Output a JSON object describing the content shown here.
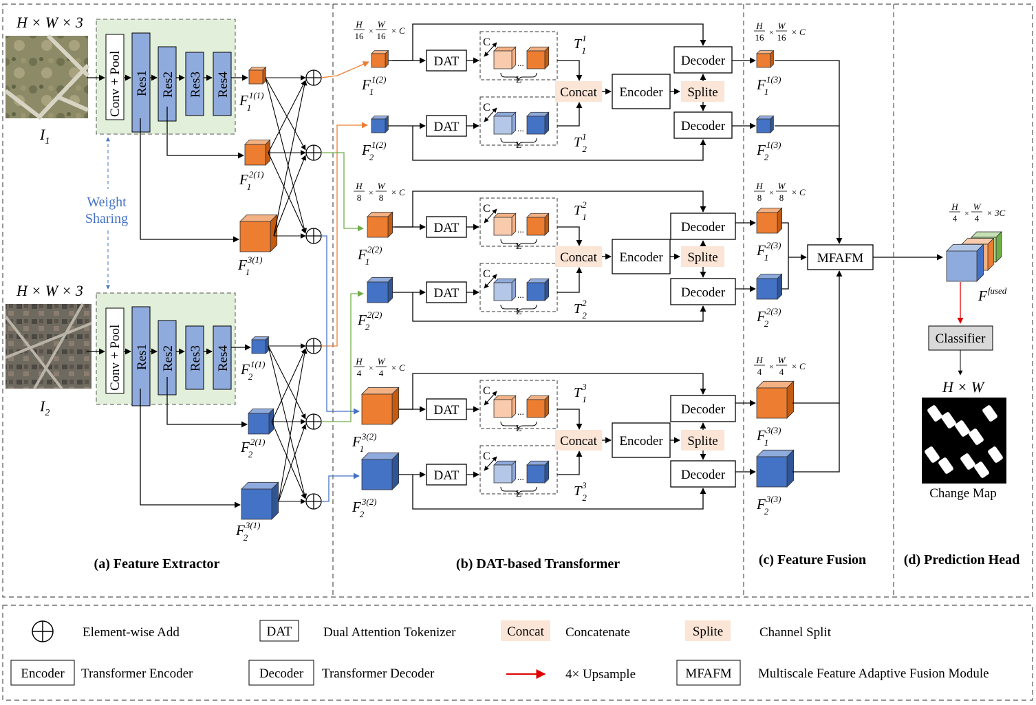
{
  "input1": {
    "dims": "H × W × 3",
    "label": "I",
    "sub": "1"
  },
  "input2": {
    "dims": "H × W × 3",
    "label": "I",
    "sub": "2"
  },
  "weight_sharing": {
    "line1": "Weight",
    "line2": "Sharing"
  },
  "backbone": {
    "stem": "Conv + Pool",
    "blocks": [
      "Res1",
      "Res2",
      "Res3",
      "Res4"
    ]
  },
  "feat1": [
    {
      "base": "F",
      "sub": "1",
      "sup": "1(1)"
    },
    {
      "base": "F",
      "sub": "1",
      "sup": "2(1)"
    },
    {
      "base": "F",
      "sub": "1",
      "sup": "3(1)"
    }
  ],
  "feat2": [
    {
      "base": "F",
      "sub": "2",
      "sup": "1(1)"
    },
    {
      "base": "F",
      "sub": "2",
      "sup": "2(1)"
    },
    {
      "base": "F",
      "sub": "2",
      "sup": "3(1)"
    }
  ],
  "scales": [
    {
      "h": "H",
      "hd": "16",
      "w": "W",
      "wd": "16",
      "c": "× C"
    },
    {
      "h": "H",
      "hd": "8",
      "w": "W",
      "wd": "8",
      "c": "× C"
    },
    {
      "h": "H",
      "hd": "4",
      "w": "W",
      "wd": "4",
      "c": "× C"
    }
  ],
  "dat_stages": [
    {
      "f1": {
        "base": "F",
        "sub": "1",
        "sup": "1(2)"
      },
      "f2": {
        "base": "F",
        "sub": "2",
        "sup": "1(2)"
      },
      "t1": {
        "base": "T",
        "sub": "1",
        "sup": "1"
      },
      "t2": {
        "base": "T",
        "sub": "2",
        "sup": "1"
      }
    },
    {
      "f1": {
        "base": "F",
        "sub": "1",
        "sup": "2(2)"
      },
      "f2": {
        "base": "F",
        "sub": "2",
        "sup": "2(2)"
      },
      "t1": {
        "base": "T",
        "sub": "1",
        "sup": "2"
      },
      "t2": {
        "base": "T",
        "sub": "2",
        "sup": "2"
      }
    },
    {
      "f1": {
        "base": "F",
        "sub": "1",
        "sup": "3(2)"
      },
      "f2": {
        "base": "F",
        "sub": "2",
        "sup": "3(2)"
      },
      "t1": {
        "base": "T",
        "sub": "1",
        "sup": "3"
      },
      "t2": {
        "base": "T",
        "sub": "2",
        "sup": "3"
      }
    }
  ],
  "labels": {
    "dat": "DAT",
    "concat": "Concat",
    "encoder": "Encoder",
    "splite": "Splite",
    "decoder": "Decoder",
    "c": "C",
    "l": "L",
    "dots": "...",
    "mfafm": "MFAFM",
    "classifier": "Classifier"
  },
  "fusion_feats": [
    {
      "base": "F",
      "sub": "1",
      "sup": "1(3)"
    },
    {
      "base": "F",
      "sub": "2",
      "sup": "1(3)"
    },
    {
      "base": "F",
      "sub": "1",
      "sup": "2(3)"
    },
    {
      "base": "F",
      "sub": "2",
      "sup": "2(3)"
    },
    {
      "base": "F",
      "sub": "1",
      "sup": "3(3)"
    },
    {
      "base": "F",
      "sub": "2",
      "sup": "3(3)"
    }
  ],
  "fused": {
    "base": "F",
    "sup": "fused",
    "dims_h": "H",
    "dims_hd": "4",
    "dims_w": "W",
    "dims_wd": "4",
    "dims_c": "× 3C"
  },
  "output": {
    "dims": "H × W",
    "caption": "Change Map"
  },
  "sections": [
    "(a) Feature Extractor",
    "(b) DAT-based Transformer",
    "(c) Feature Fusion",
    "(d) Prediction Head"
  ],
  "legend": {
    "add": "Element-wise Add",
    "dat": "Dual Attention Tokenizer",
    "concat": "Concatenate",
    "splite": "Channel Split",
    "encoder": "Transformer Encoder",
    "decoder": "Transformer Decoder",
    "upsample": "4× Upsample",
    "mfafm": "Multiscale Feature Adaptive Fusion Module"
  },
  "colors": {
    "orange": "#ED7D31",
    "orange_dark": "#C55A11",
    "orange_top": "#F4B183",
    "blue": "#4472C4",
    "blue_dark": "#2F5597",
    "blue_top": "#8FAADC",
    "res_block": "#8FAADC",
    "backbone_bg": "#E2EFDA",
    "concat_bg": "#FBE5D6",
    "weight_sharing": "#4472C4",
    "green_arrow": "#70AD47",
    "red_arrow": "#E00000",
    "classifier_bg": "#D9D9D9"
  }
}
